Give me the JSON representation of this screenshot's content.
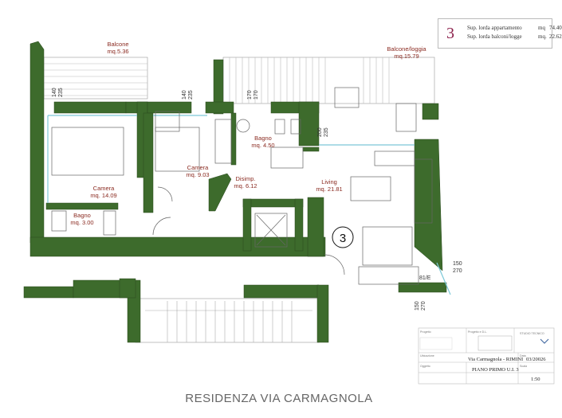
{
  "summary": {
    "unit_number": "3",
    "rows": [
      {
        "label": "Sup. lorda appartamento",
        "unit": "mq",
        "value": "74.40"
      },
      {
        "label": "Sup. lorda balconi/logge",
        "unit": "mq.",
        "value": "22.62"
      }
    ]
  },
  "rooms": {
    "balcone": {
      "name": "Balcone",
      "area": "mq.5.36"
    },
    "balcone_loggia": {
      "name": "Balcone/loggia",
      "area": "mq.15.79"
    },
    "camera1": {
      "name": "Camera",
      "area": "mq. 14.09"
    },
    "camera2": {
      "name": "Camera",
      "area": "mq. 9.03"
    },
    "bagno1": {
      "name": "Bagno",
      "area": "mq. 4.50"
    },
    "bagno2": {
      "name": "Bagno",
      "area": "mq. 3.00"
    },
    "disimp": {
      "name": "Disimp.",
      "area": "mq. 6.12"
    },
    "living": {
      "name": "Living",
      "area": "mq. 21.81"
    }
  },
  "unit_marker": "3",
  "dimensions": {
    "a1": "140",
    "a2": "235",
    "b1": "140",
    "b2": "235",
    "c1": "170",
    "c2": "170",
    "d1": "200",
    "d2": "235",
    "e1": "150",
    "e2": "270",
    "f1": "150",
    "f2": "270",
    "window_label": "81/E"
  },
  "title_block": {
    "progetto_label": "Progetto",
    "progetto_dl_label": "Progetto e D.L.",
    "data_label": "Data",
    "data_value": "03/20026",
    "ubicazione_label": "Ubicazione",
    "ubicazione_value": "Via Carmagnola - RIMINI",
    "oggetto_label": "Oggetto",
    "oggetto_value": "PIANO PRIMO U.I. 3",
    "scala_label": "Scala",
    "scala_value": "1:50",
    "studio_label": "STUDIO TECNICO"
  },
  "footer_title": "RESIDENZA VIA CARMAGNOLA",
  "colors": {
    "wall": "#3d6b2c",
    "room_label": "#8a2a20",
    "accent": "#8b1f4a",
    "glass": "#7cc8d8"
  }
}
